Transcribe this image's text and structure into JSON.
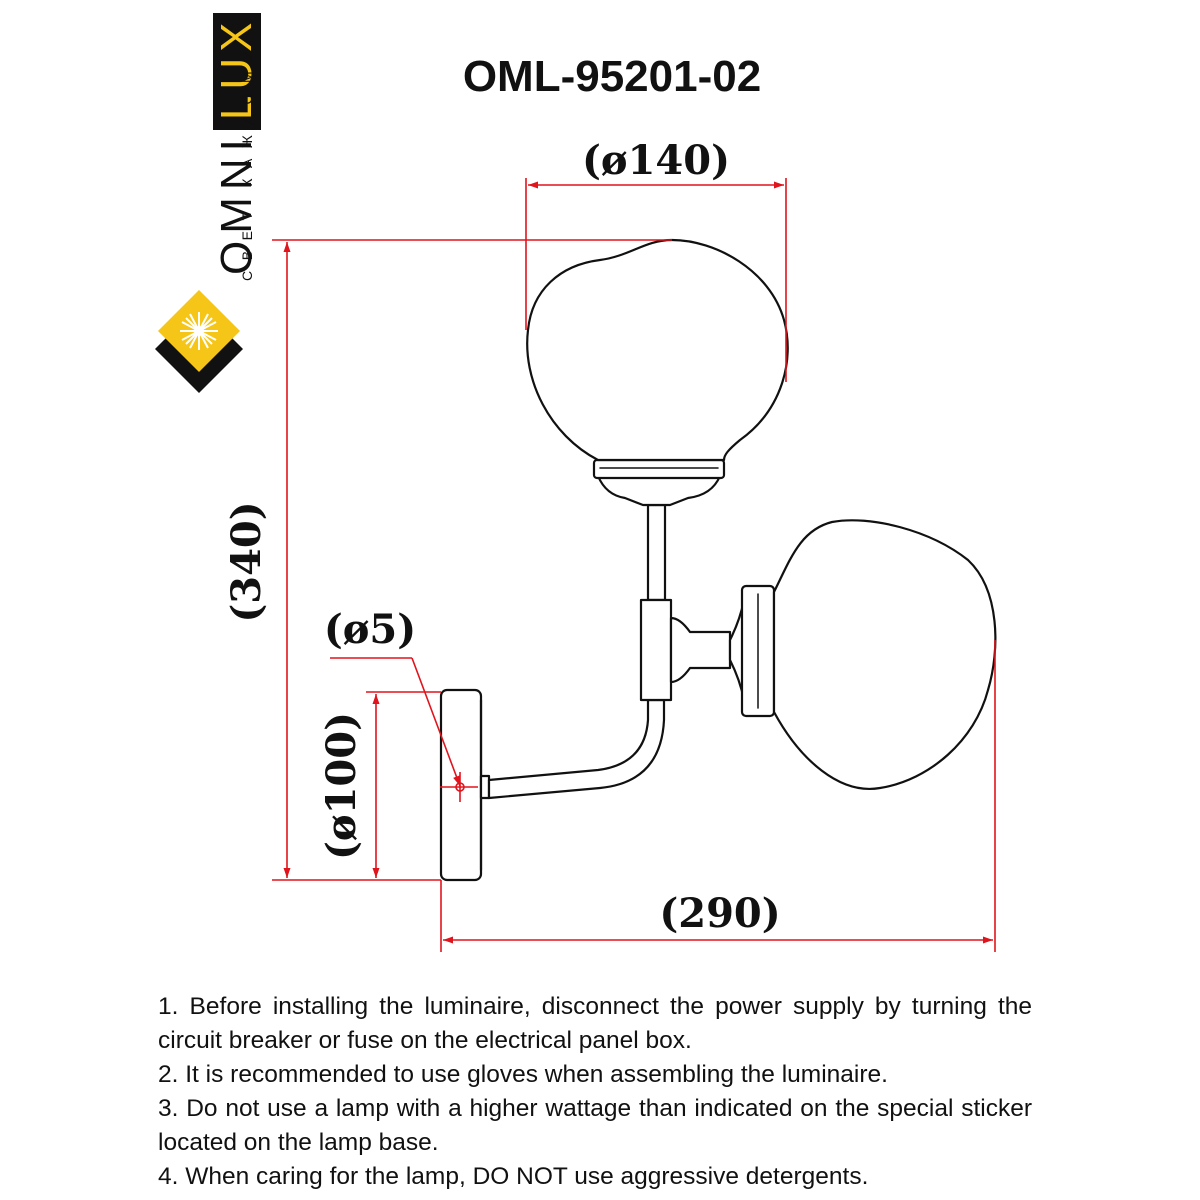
{
  "brand": {
    "name_part1": "OMNI",
    "name_part2": "LUX",
    "tagline": "СВЕТ КАЖДОМУ",
    "colors": {
      "accent": "#f5c518",
      "dark": "#111111"
    },
    "logo_icon": "diamond-sun-icon"
  },
  "title": "OML-95201-02",
  "dimensions": {
    "shade_diameter": "(ø140)",
    "height": "(340)",
    "screw_diameter": "(ø5)",
    "base_diameter": "(ø100)",
    "depth": "(290)"
  },
  "colors": {
    "dimension_line": "#e0141c",
    "drawing_line": "#111111"
  },
  "notes": [
    "1. Before installing the luminaire, disconnect the power supply by turning the circuit breaker or fuse on the electrical panel box.",
    "2. It is recommended to use gloves when assembling the luminaire.",
    "3. Do not use a lamp with a higher wattage than indicated on the special sticker located on the lamp base.",
    "4. When caring for the lamp, DO NOT use aggressive detergents."
  ]
}
